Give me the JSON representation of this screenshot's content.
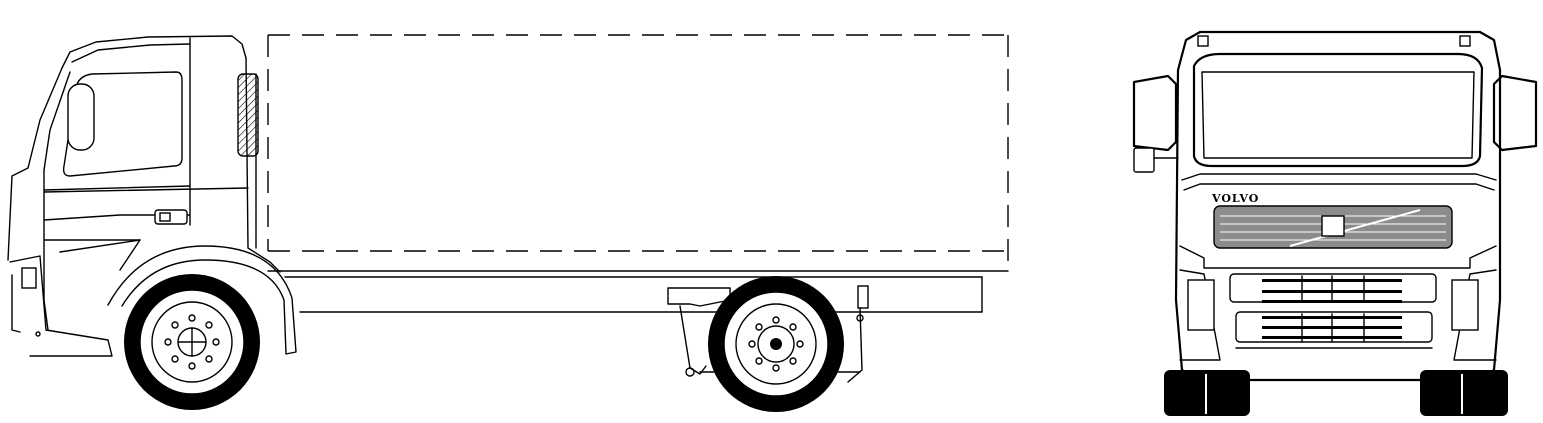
{
  "figure": {
    "views": [
      "side-view",
      "front-view"
    ],
    "brand_lettering": "VOLVO",
    "colors": {
      "line": "#000000",
      "background": "#ffffff",
      "grille": "#8c8c8c"
    }
  }
}
